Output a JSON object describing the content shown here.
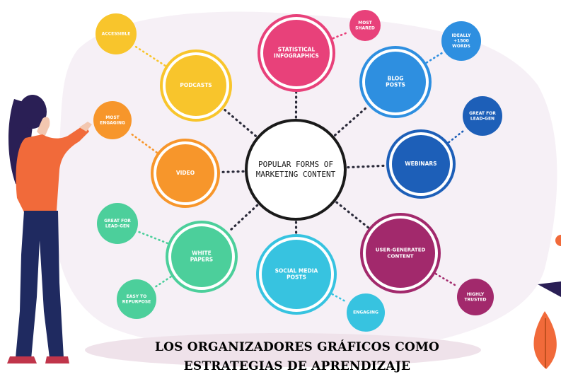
{
  "center": {
    "lines": [
      "POPULAR FORMS OF",
      "MARKETING CONTENT"
    ]
  },
  "nodes": [
    {
      "id": "statistical-infographics",
      "lines": [
        "STATISTICAL",
        "INFOGRAPHICS"
      ],
      "color": "#e8417a"
    },
    {
      "id": "blog-posts",
      "lines": [
        "BLOG",
        "POSTS"
      ],
      "color": "#2e8fe0"
    },
    {
      "id": "webinars",
      "lines": [
        "WEBINARS"
      ],
      "color": "#1d5fb8"
    },
    {
      "id": "user-generated-content",
      "lines": [
        "USER-GENERATED",
        "CONTENT"
      ],
      "color": "#a2296c"
    },
    {
      "id": "social-media-posts",
      "lines": [
        "SOCIAL MEDIA",
        "POSTS"
      ],
      "color": "#37c3e0"
    },
    {
      "id": "white-papers",
      "lines": [
        "WHITE",
        "PAPERS"
      ],
      "color": "#4ccf9b"
    },
    {
      "id": "video",
      "lines": [
        "VIDEO"
      ],
      "color": "#f7962b"
    },
    {
      "id": "podcasts",
      "lines": [
        "PODCASTS"
      ],
      "color": "#f8c52c"
    }
  ],
  "satellites": [
    {
      "id": "most-shared",
      "lines": [
        "MOST",
        "SHARED"
      ],
      "color": "#e8417a",
      "parent": "statistical-infographics"
    },
    {
      "id": "ideally-1500-words",
      "lines": [
        "IDEALLY",
        "+1500",
        "WORDS"
      ],
      "color": "#2e8fe0",
      "parent": "blog-posts"
    },
    {
      "id": "great-for-lead-gen-webinars",
      "lines": [
        "GREAT FOR",
        "LEAD-GEN"
      ],
      "color": "#1d5fb8",
      "parent": "webinars"
    },
    {
      "id": "highly-trusted",
      "lines": [
        "HIGHLY",
        "TRUSTED"
      ],
      "color": "#a2296c",
      "parent": "user-generated-content"
    },
    {
      "id": "engaging",
      "lines": [
        "ENGAGING"
      ],
      "color": "#37c3e0",
      "parent": "social-media-posts"
    },
    {
      "id": "easy-to-repurpose",
      "lines": [
        "EASY TO",
        "REPURPOSE"
      ],
      "color": "#4ccf9b",
      "parent": "white-papers"
    },
    {
      "id": "great-for-lead-gen-white-papers",
      "lines": [
        "GREAT FOR",
        "LEAD-GEN"
      ],
      "color": "#4ccf9b",
      "parent": "white-papers"
    },
    {
      "id": "most-engaging",
      "lines": [
        "MOST",
        "ENGAGING"
      ],
      "color": "#f7962b",
      "parent": "video"
    },
    {
      "id": "accessible",
      "lines": [
        "ACCESSIBLE"
      ],
      "color": "#f8c52c",
      "parent": "podcasts"
    }
  ],
  "caption": {
    "line1": "LOS ORGANIZADORES GRÁFICOS COMO",
    "line2": "ESTRATEGIAS DE APRENDIZAJE"
  }
}
